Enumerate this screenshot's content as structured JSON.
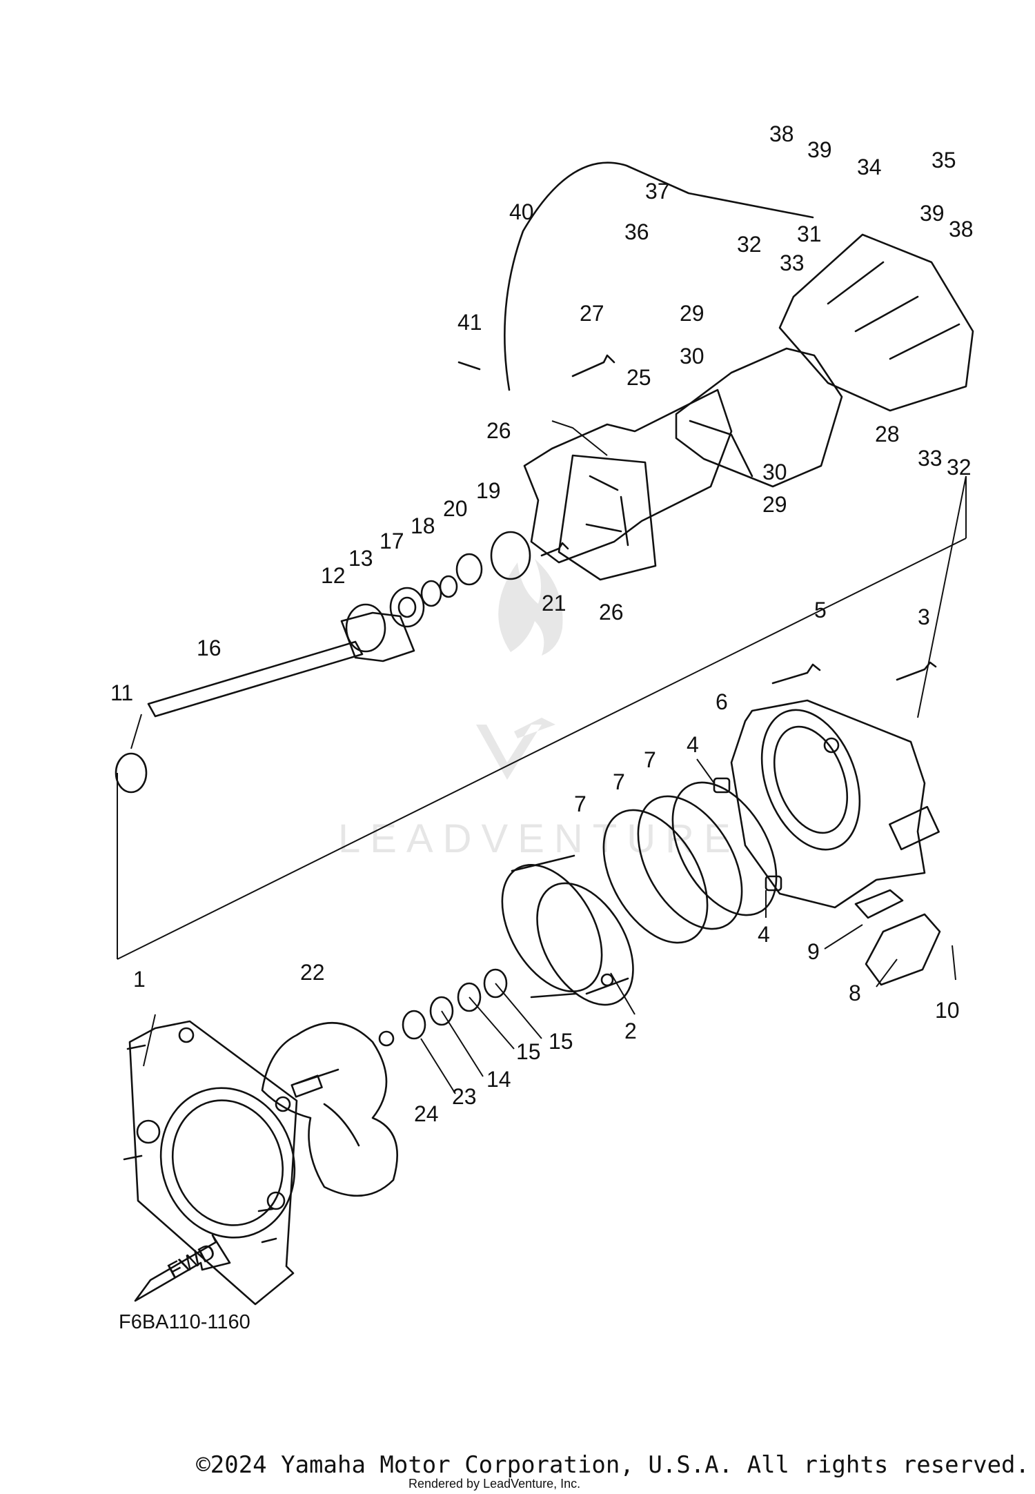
{
  "diagram": {
    "code": "F6BA110-1160",
    "watermark": "LEADVENTURE",
    "fwd_label": "FWD",
    "callouts": {
      "c1": "1",
      "c2": "2",
      "c3": "3",
      "c4a": "4",
      "c4b": "4",
      "c5": "5",
      "c6": "6",
      "c7a": "7",
      "c7b": "7",
      "c7c": "7",
      "c8": "8",
      "c9": "9",
      "c10": "10",
      "c11": "11",
      "c12": "12",
      "c13": "13",
      "c14": "14",
      "c15a": "15",
      "c15b": "15",
      "c16": "16",
      "c17": "17",
      "c18": "18",
      "c19": "19",
      "c20": "20",
      "c21": "21",
      "c22": "22",
      "c23": "23",
      "c24": "24",
      "c25": "25",
      "c26a": "26",
      "c26b": "26",
      "c27": "27",
      "c28": "28",
      "c29a": "29",
      "c29b": "29",
      "c30a": "30",
      "c30b": "30",
      "c31": "31",
      "c32a": "32",
      "c32b": "32",
      "c33a": "33",
      "c33b": "33",
      "c34": "34",
      "c35": "35",
      "c36": "36",
      "c37": "37",
      "c38a": "38",
      "c38b": "38",
      "c39a": "39",
      "c39b": "39",
      "c40": "40",
      "c41": "41"
    }
  },
  "footer": {
    "copyright": "©2024 Yamaha Motor Corporation, U.S.A. All rights reserved.",
    "rendered_by": "Rendered by LeadVenture, Inc."
  }
}
